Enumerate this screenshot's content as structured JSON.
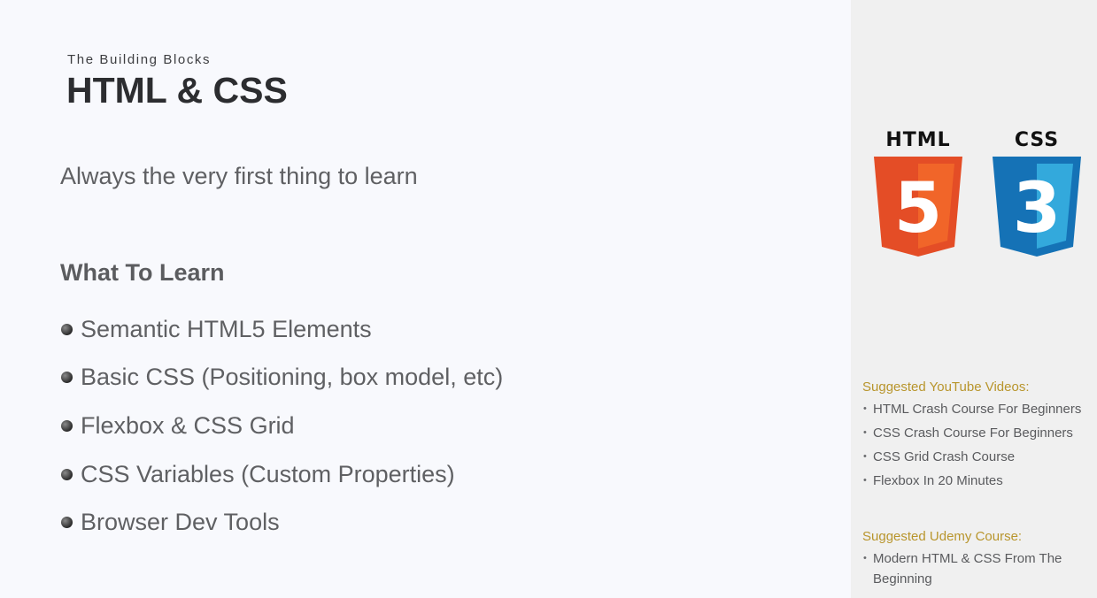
{
  "header": {
    "eyebrow": "The Building Blocks",
    "title": "HTML & CSS"
  },
  "tagline": "Always the very first thing to learn",
  "what_to_learn": {
    "heading": "What To Learn",
    "items": [
      "Semantic HTML5 Elements",
      "Basic CSS (Positioning, box model, etc)",
      "Flexbox & CSS Grid",
      "CSS Variables (Custom Properties)",
      "Browser Dev Tools"
    ]
  },
  "logos": {
    "html": {
      "label": "HTML",
      "numeral": "5",
      "icon": "html5-logo-icon",
      "color": "#e44d26",
      "color_light": "#f16529"
    },
    "css": {
      "label": "CSS",
      "numeral": "3",
      "icon": "css3-logo-icon",
      "color": "#1572b6",
      "color_light": "#33a9dc"
    }
  },
  "sidebar": {
    "youtube_heading": "Suggested YouTube Videos:",
    "youtube_items": [
      "HTML Crash Course For Beginners",
      "CSS Crash Course For Beginners",
      "CSS Grid Crash Course",
      "Flexbox In 20 Minutes"
    ],
    "udemy_heading": "Suggested Udemy Course:",
    "udemy_items": [
      "Modern HTML & CSS From The Beginning"
    ]
  },
  "colors": {
    "accent": "#b8952c",
    "text": "#5f6063",
    "sidebar_bg": "#f0f0f0"
  }
}
